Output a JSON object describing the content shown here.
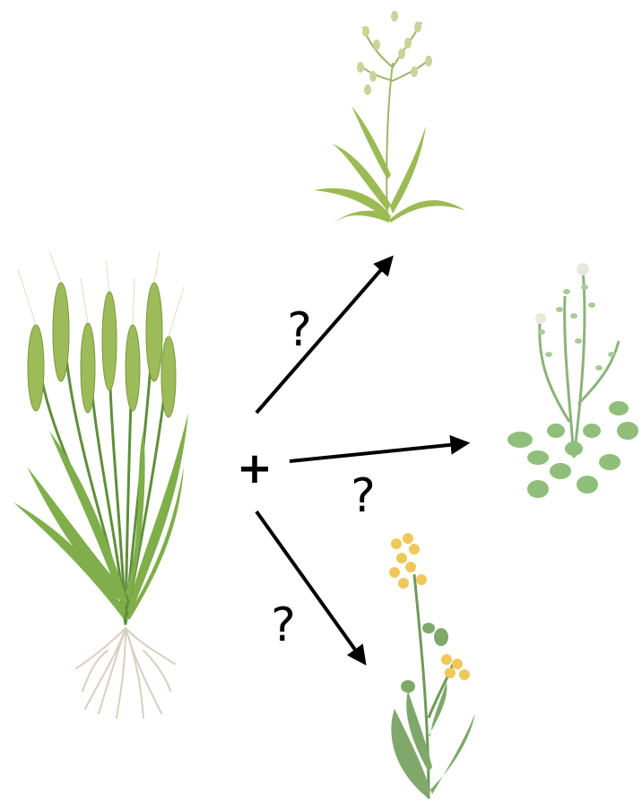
{
  "labels": {
    "plus": "+",
    "q_upper": "?",
    "q_middle": "?",
    "q_lower": "?"
  },
  "plants": {
    "source": "wheat",
    "target_upper": "grass",
    "target_middle": "shepherds-purse",
    "target_lower": "mustard"
  },
  "colors": {
    "arrow": "#000000",
    "leaf_light": "#a9c46c",
    "leaf_dark": "#6e9a3f",
    "stem_green": "#5f8f3a",
    "root": "#d9cfc0",
    "rosette": "#8fbf7a",
    "flower_yellow": "#f0c85a"
  }
}
